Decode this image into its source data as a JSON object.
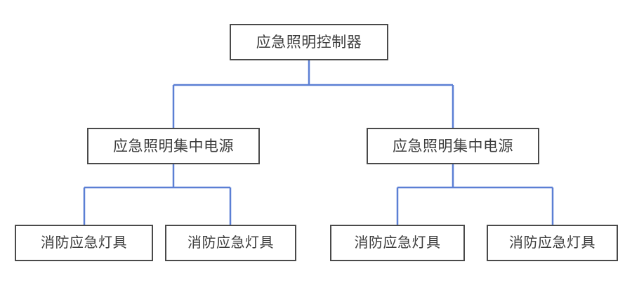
{
  "diagram": {
    "type": "tree-hierarchy",
    "orientation": "top-down",
    "background_color": "#ffffff",
    "box_border_color": "#4a4a4a",
    "connector_color": "#5b7fd4",
    "text_color": "#3c3c3c",
    "nodes": {
      "root": {
        "id": "emergency-lighting-controller",
        "label": "应急照明控制器",
        "level": 1
      },
      "power_left": {
        "id": "emergency-lighting-central-power-left",
        "label": "应急照明集中电源",
        "level": 2
      },
      "power_right": {
        "id": "emergency-lighting-central-power-right",
        "label": "应急照明集中电源",
        "level": 2
      },
      "lamp_1": {
        "id": "fire-emergency-luminaire-1",
        "label": "消防应急灯具",
        "level": 3
      },
      "lamp_2": {
        "id": "fire-emergency-luminaire-2",
        "label": "消防应急灯具",
        "level": 3
      },
      "lamp_3": {
        "id": "fire-emergency-luminaire-3",
        "label": "消防应急灯具",
        "level": 3
      },
      "lamp_4": {
        "id": "fire-emergency-luminaire-4",
        "label": "消防应急灯具",
        "level": 3
      }
    },
    "edges": [
      {
        "from": "root",
        "to": "power_left"
      },
      {
        "from": "root",
        "to": "power_right"
      },
      {
        "from": "power_left",
        "to": "lamp_1"
      },
      {
        "from": "power_left",
        "to": "lamp_2"
      },
      {
        "from": "power_right",
        "to": "lamp_3"
      },
      {
        "from": "power_right",
        "to": "lamp_4"
      }
    ]
  }
}
